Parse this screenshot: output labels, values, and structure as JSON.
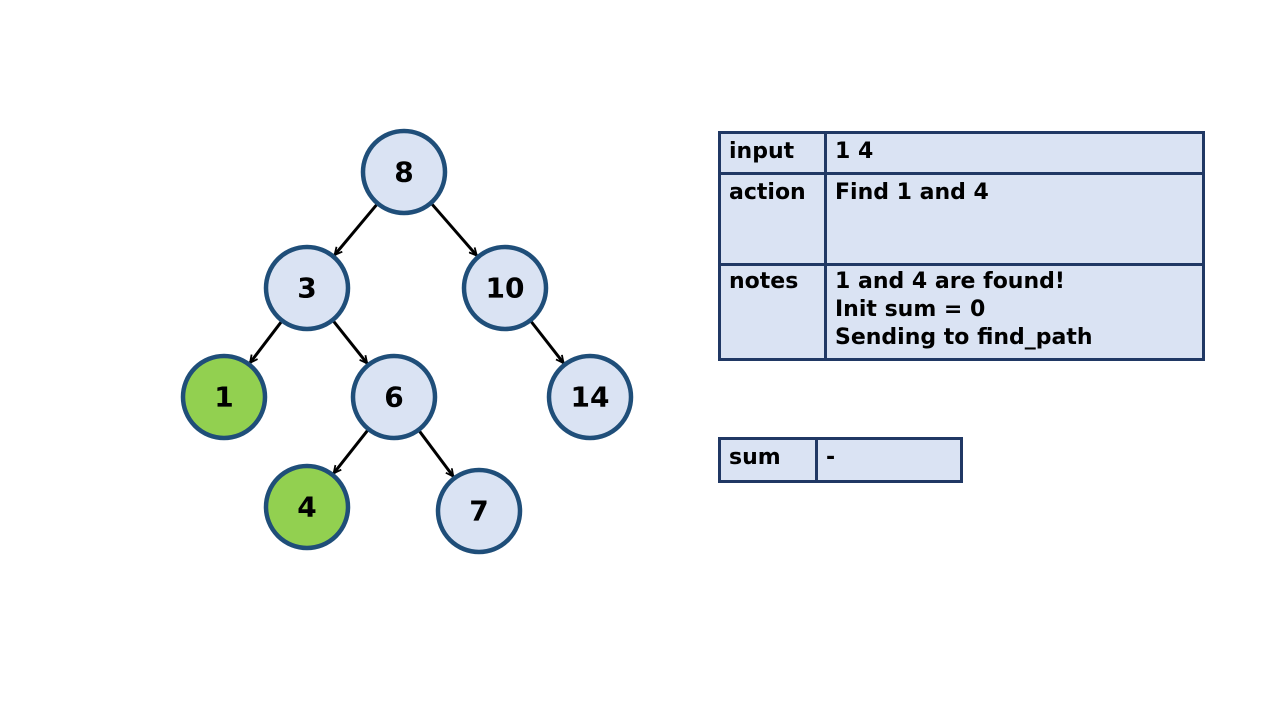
{
  "colors": {
    "node_fill": "#dae3f3",
    "node_found_fill": "#92d050",
    "node_stroke": "#1f4e79",
    "table_fill": "#dae3f3",
    "table_border": "#203864"
  },
  "tree": {
    "nodes": [
      {
        "id": "n8",
        "label": "8",
        "found": false
      },
      {
        "id": "n3",
        "label": "3",
        "found": false
      },
      {
        "id": "n10",
        "label": "10",
        "found": false
      },
      {
        "id": "n1",
        "label": "1",
        "found": true
      },
      {
        "id": "n6",
        "label": "6",
        "found": false
      },
      {
        "id": "n14",
        "label": "14",
        "found": false
      },
      {
        "id": "n4",
        "label": "4",
        "found": true
      },
      {
        "id": "n7",
        "label": "7",
        "found": false
      }
    ],
    "edges": [
      {
        "from": "n8",
        "to": "n3"
      },
      {
        "from": "n8",
        "to": "n10"
      },
      {
        "from": "n3",
        "to": "n1"
      },
      {
        "from": "n3",
        "to": "n6"
      },
      {
        "from": "n10",
        "to": "n14"
      },
      {
        "from": "n6",
        "to": "n4"
      },
      {
        "from": "n6",
        "to": "n7"
      }
    ]
  },
  "state": {
    "input_key": "input",
    "input_value": "1 4",
    "action_key": "action",
    "action_value": "Find 1 and 4",
    "notes_key": "notes",
    "notes_lines": [
      "1 and 4 are found!",
      "Init sum = 0",
      "Sending to find_path"
    ]
  },
  "sum": {
    "key": "sum",
    "value": "-"
  }
}
